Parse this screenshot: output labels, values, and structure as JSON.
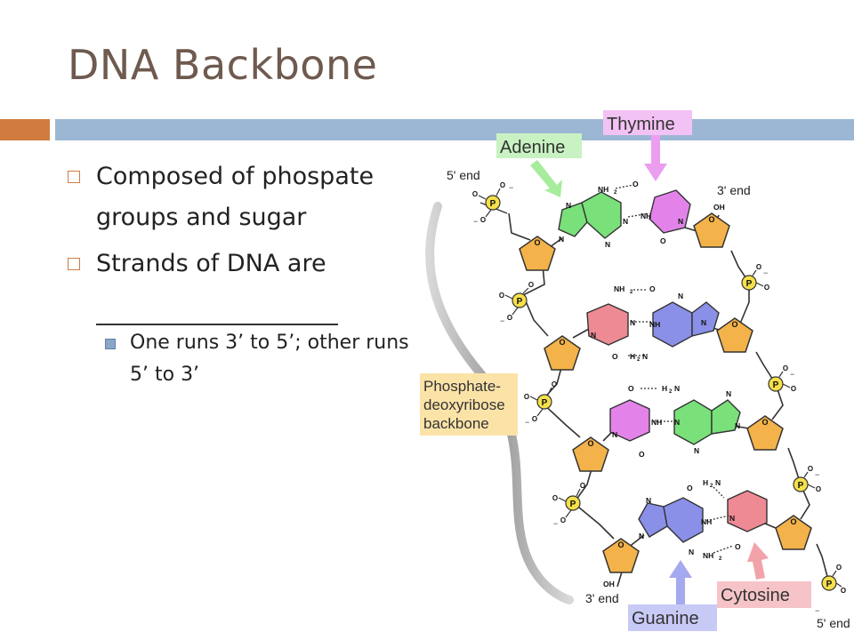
{
  "slide": {
    "title": "DNA Backbone",
    "bullets": [
      {
        "text": "Composed of phospate groups and sugar"
      },
      {
        "text": "Strands of DNA are"
      },
      {
        "text": "One runs 3’ to 5’; other runs 5’ to 3’"
      }
    ]
  },
  "diagram": {
    "labels": {
      "adenine": "Adenine",
      "thymine": "Thymine",
      "guanine": "Guanine",
      "cytosine": "Cytosine",
      "backbone_line1": "Phosphate-",
      "backbone_line2": "deoxyribose",
      "backbone_line3": "backbone",
      "five_end_top": "5' end",
      "three_end_top": "3' end",
      "three_end_bottom": "3' end",
      "five_end_bottom": "5' end"
    },
    "atoms": {
      "P": "P",
      "O": "O",
      "N": "N",
      "NH": "NH",
      "NH2": "NH",
      "H2N": "H",
      "OH": "OH",
      "sub2": "2",
      "N2": "N",
      "minus": "−"
    },
    "colors": {
      "adenine": "#79e07a",
      "thymine": "#e383ea",
      "guanine": "#8a8fe8",
      "cytosine": "#ee8a94",
      "sugar": "#f3b24a",
      "phosphate": "#f5e04a",
      "backbone_band": "#b5b5b5",
      "accent_orange": "#d07c40",
      "accent_blue": "#9cb7d4",
      "title": "#6e5a4f"
    }
  }
}
